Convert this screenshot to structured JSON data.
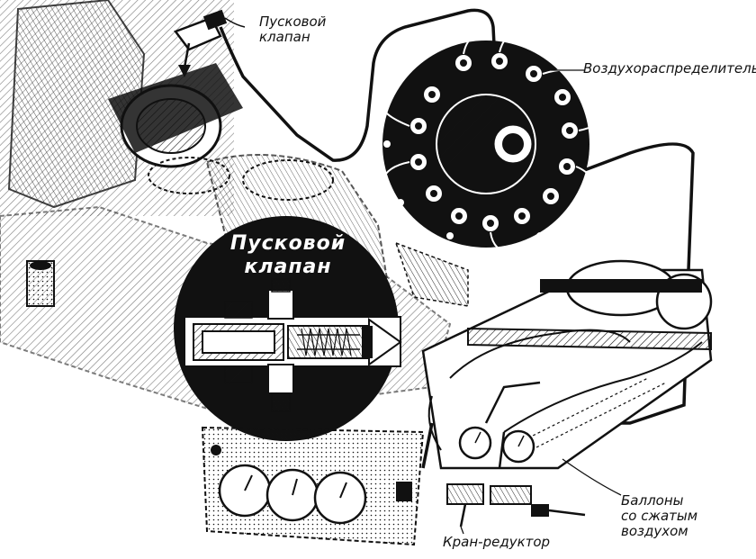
{
  "labels": {
    "start_valve_top": "Пусковой\nклапан",
    "air_distributor": "Воздухораспределитель",
    "inset_title": "Пусковой\nклапан",
    "cylinders": "Баллоны\nсо сжатым\nвоздухом",
    "reducer_valve": "Кран-редуктор"
  },
  "colors": {
    "ink": "#111111",
    "paper": "#ffffff"
  }
}
